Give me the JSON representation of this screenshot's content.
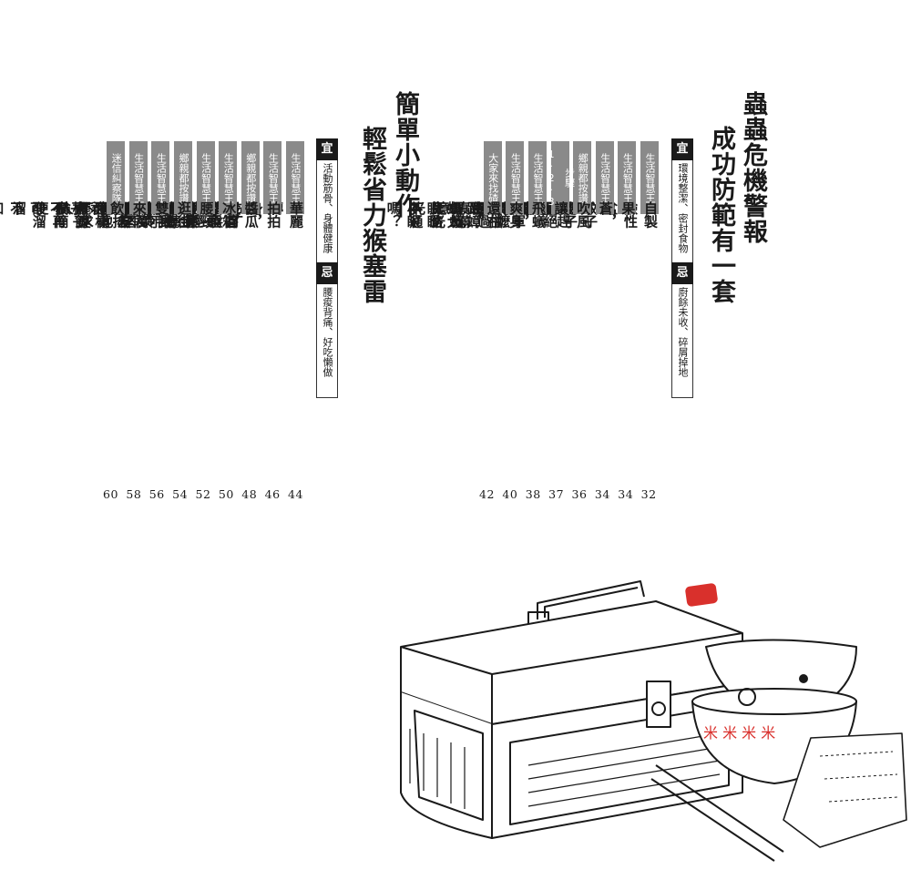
{
  "right_section": {
    "title_line1": "蟲蟲危機警報",
    "title_line2": "成功防範有一套",
    "yi_label": "宜",
    "yi_text": "環境整潔、密封食物",
    "ji_label": "忌",
    "ji_text": "廚餘未收、碎屑掉地",
    "items": [
      {
        "tag": "生活智慧王",
        "text": "自製鹼性盆，蚊子絕子更絕孫"
      },
      {
        "tag": "生活智慧王",
        "text": "果蠅不敢杯中物"
      },
      {
        "tag": "生活智慧王",
        "text": "蒼蠅緊握終成空"
      },
      {
        "tag": "鄉親都按讚",
        "text": "吹風機趕胡蠅，阿嬤試過真滿意"
      },
      {
        "tag": "步驟1·2·3",
        "text": "讓你蚤不到"
      },
      {
        "tag": "生活智慧王",
        "text": "飛蟻大軍入侵，見光死光光"
      },
      {
        "tag": "生活智慧王",
        "text": "爽身粉擋路，螞蟻此路不通"
      },
      {
        "tag": "大家來找碴",
        "text": "還在跟蟑螂大眼瞪小眼嗎？"
      }
    ],
    "page_numbers": "42 40 38 37 36 34 34 32"
  },
  "left_section": {
    "title_line1": "簡單小動作",
    "title_line2": "輕鬆省力猴塞雷",
    "yi_label": "宜",
    "yi_text": "活動筋骨、身體健康",
    "ji_label": "忌",
    "ji_text": "腰痠背痛、好吃懶做",
    "items": [
      {
        "tag": "生活智慧王",
        "text": "華麗轉身，布丁落盤好輕鬆"
      },
      {
        "tag": "生活智慧王",
        "text": "拍拍屁股，罐頭就乖乖聽話"
      },
      {
        "tag": "鄉親都按讚",
        "text": "醬瓜就醬開，輕鬆省力笑呵呵"
      },
      {
        "tag": "生活智慧王",
        "text": "冰箱凍一凍，絲襪愈冷愈堅強"
      },
      {
        "tag": "生活智慧王",
        "text": "腰頸黃金比例，試穿再也不求人"
      },
      {
        "tag": "鄉親都按讚",
        "text": "逛街免試穿，男友不再擺臭臉"
      },
      {
        "tag": "生活智慧王",
        "text": "雙手萬萬能，這樣煮飯真簡便"
      },
      {
        "tag": "生活智慧王",
        "text": "來段輕搖滾，橘子不再酸溜溜"
      },
      {
        "tag": "迷信糾察隊",
        "text": "飲君子不可不知解酒事"
      }
    ],
    "page_numbers": "60 58 56 54 52 50 48 46 44"
  },
  "colors": {
    "tag_bg": "#8a8a8a",
    "accent_red": "#d9302c",
    "ink": "#1a1a1a"
  }
}
